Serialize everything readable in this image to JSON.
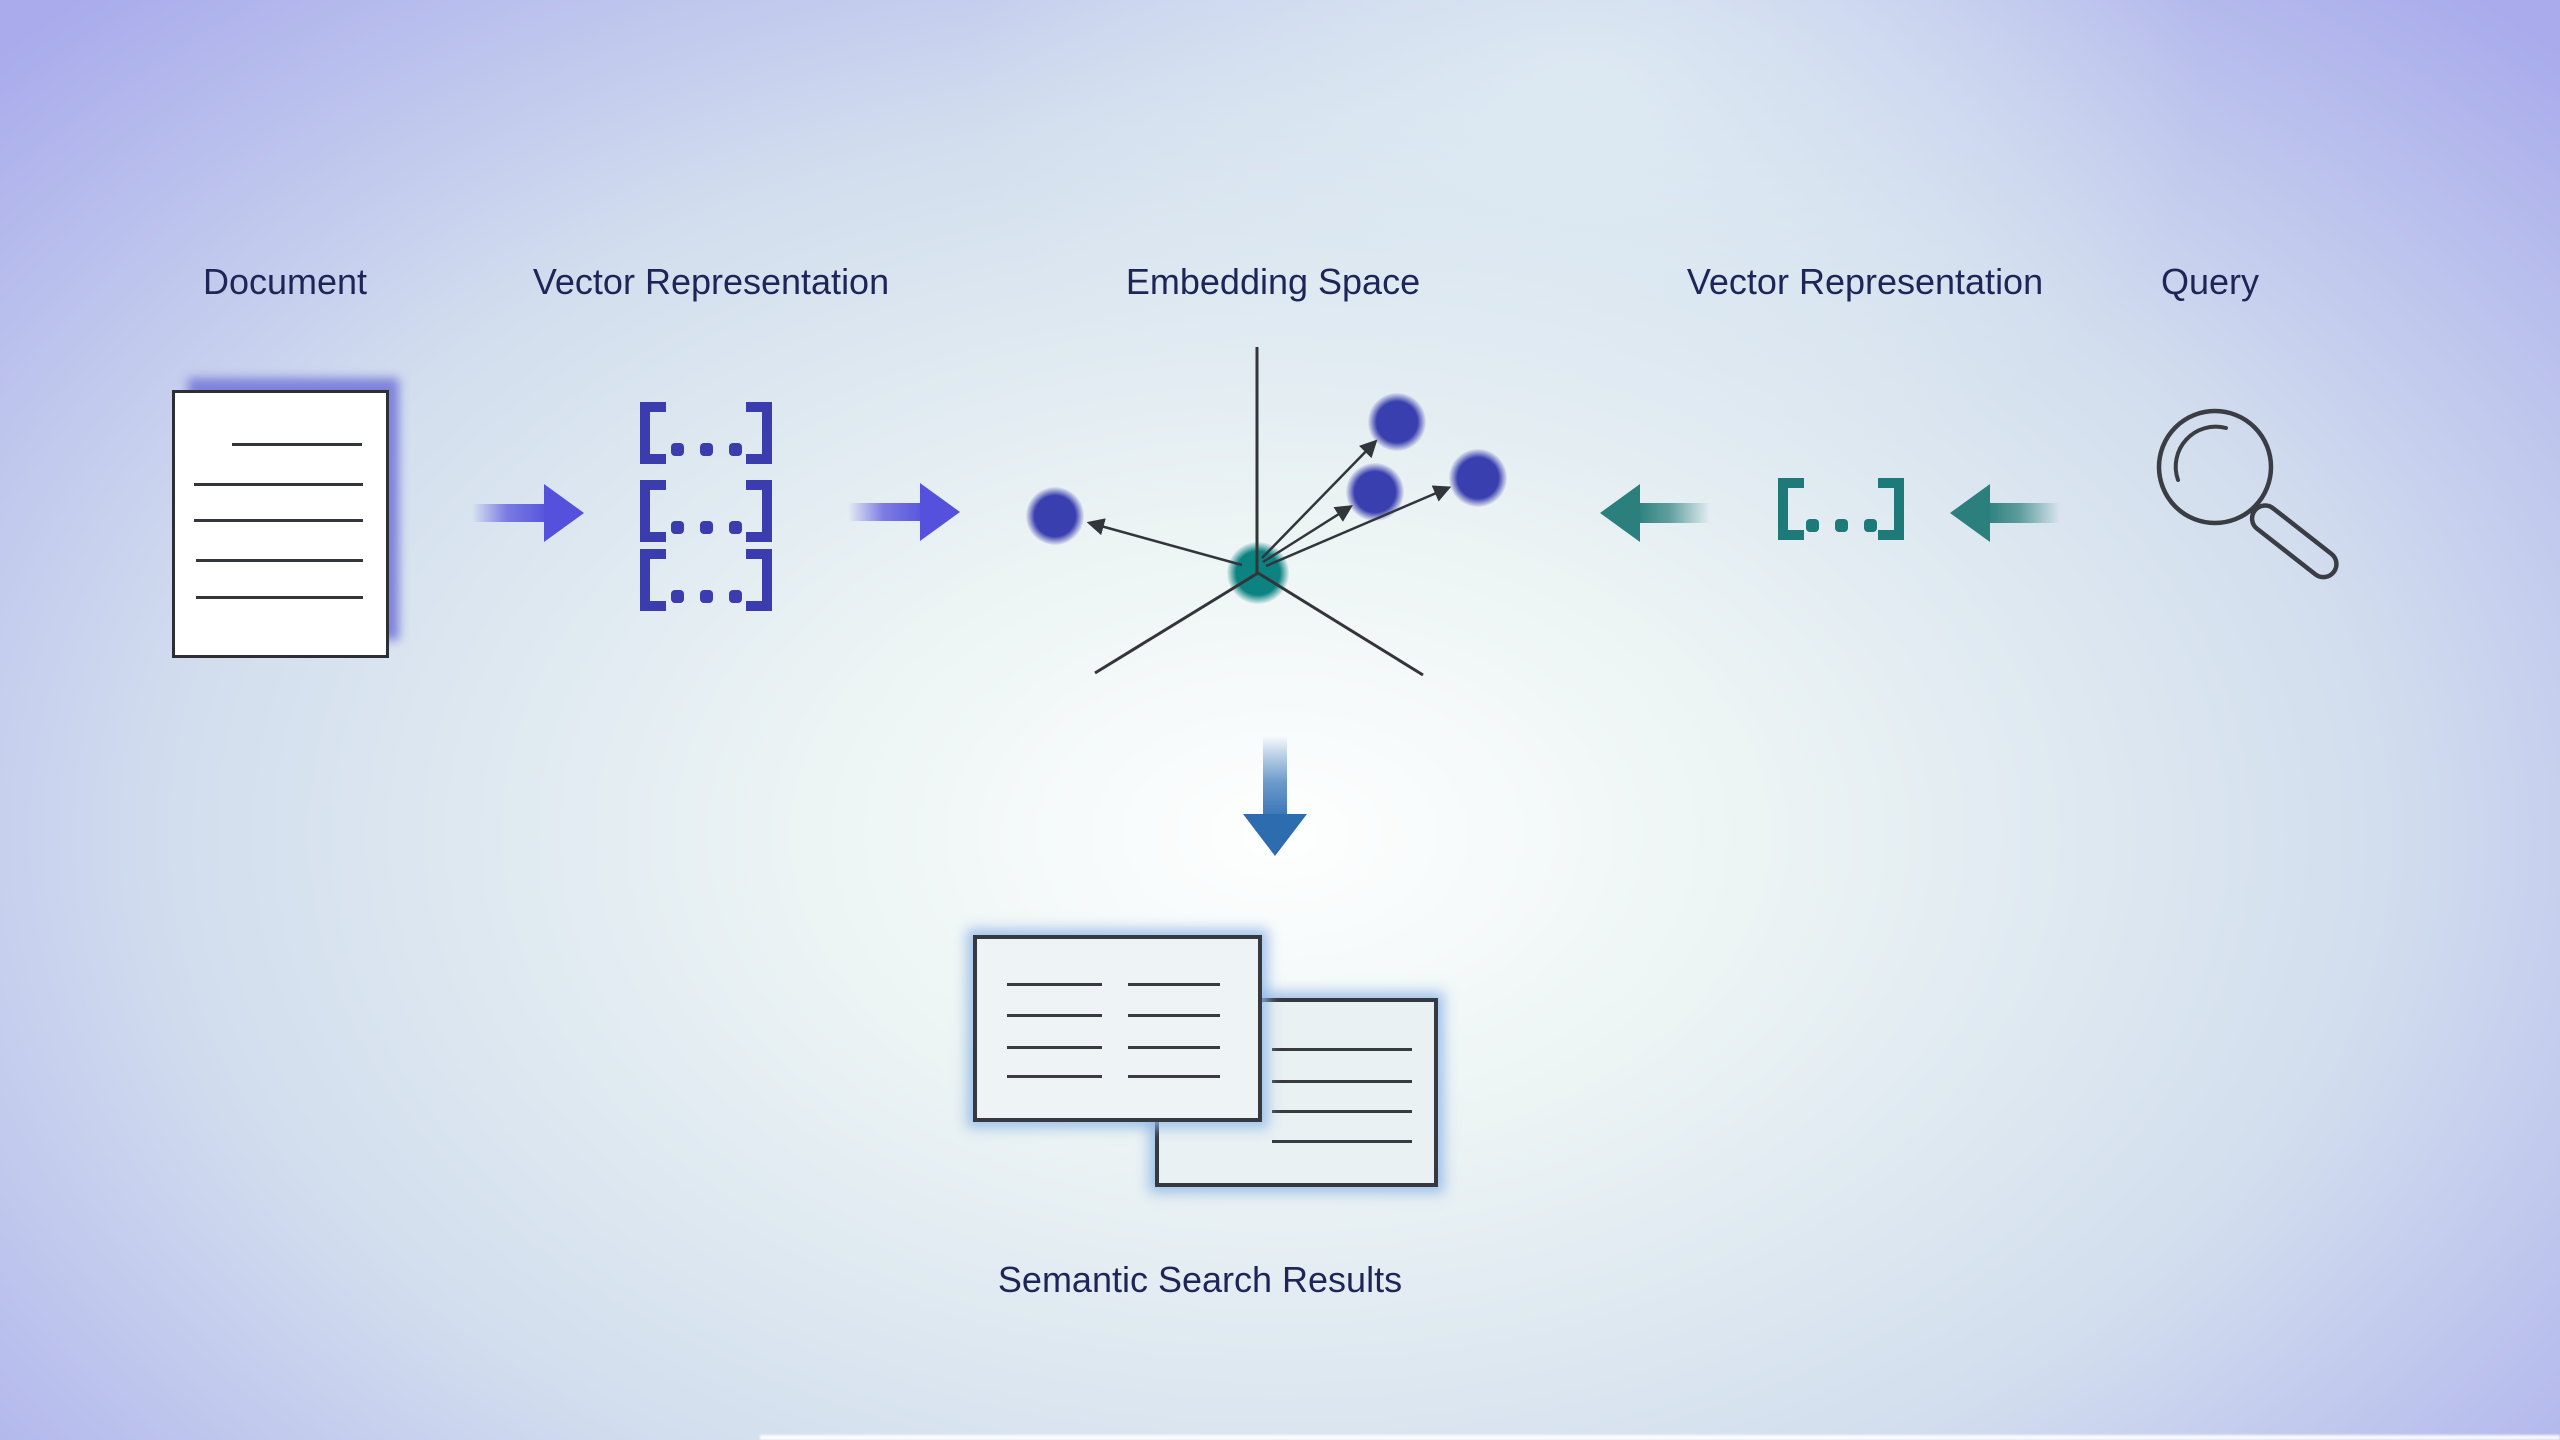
{
  "diagram": {
    "labels": {
      "document": "Document",
      "vector_representation_left": "Vector Representation",
      "embedding_space": "Embedding Space",
      "vector_representation_right": "Vector Representation",
      "query": "Query",
      "semantic_search_results": "Semantic Search Results"
    },
    "vector_glyphs": {
      "document_rows": [
        "[...]",
        "[...]",
        "[...]"
      ],
      "query_rows": [
        "[...]"
      ]
    },
    "embedding_points": {
      "document_point_count": 4,
      "query_point_count": 1
    },
    "colors": {
      "background_edge": "#a9abec",
      "background_center": "#feffff",
      "label_text": "#1e2658",
      "indigo_vector": "#3b3cae",
      "purple_arrow": "#5551dd",
      "teal_vector": "#1d7a78",
      "teal_arrow": "#2b807d",
      "document_point": "#3a3fb0",
      "query_point": "#0c8281",
      "axis_line": "#32353a",
      "results_arrow": "#2e6cb0",
      "card_border": "#363a40",
      "card_glow": "#93b8e6"
    }
  }
}
